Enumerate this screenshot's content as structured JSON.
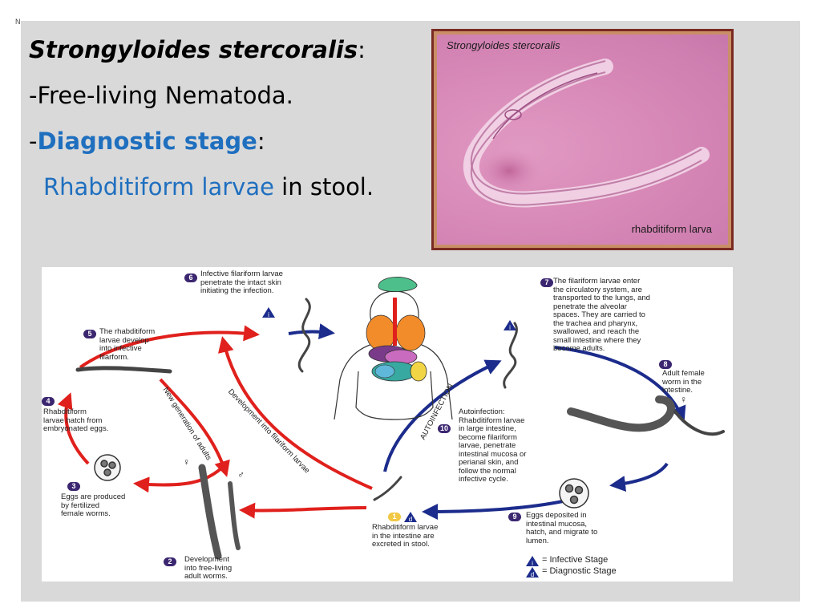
{
  "corner_mark": "N",
  "slide": {
    "title": "Strongyloides stercoralis",
    "title_suffix": ":",
    "line2": "-Free-living Nematoda.",
    "line3_prefix": "-",
    "line3_highlight": "Diagnostic stage",
    "line3_suffix": ":",
    "line4_highlight": "Rhabditiform larvae",
    "line4_suffix": " in stool."
  },
  "photo": {
    "title": "Strongyloides stercoralis",
    "caption": "rhabditiform larva"
  },
  "cycle": {
    "steps": {
      "s1": {
        "num": "1",
        "tag": "d",
        "text": "Rhabditiform larvae\nin the intestine are\nexcreted in stool."
      },
      "s2": {
        "num": "2",
        "text": "Development\ninto free-living\nadult worms."
      },
      "s3": {
        "num": "3",
        "text": "Eggs are produced\nby fertilized\nfemale worms."
      },
      "s4": {
        "num": "4",
        "text": "Rhabditiform\nlarvae hatch from\nembryonated eggs."
      },
      "s5": {
        "num": "5",
        "text": "The rhabditiform\nlarvae develop\ninto infective\nfilarform."
      },
      "s6": {
        "num": "6",
        "text": "Infective filariform larvae\npenetrate the intact skin\ninitiating the infection."
      },
      "s7": {
        "num": "7",
        "text": "The filariform larvae enter\nthe circulatory system, are\ntransported to the lungs, and\npenetrate the alveolar\nspaces.  They are carried to\nthe trachea and pharynx,\nswallowed, and reach the\nsmall intestine where they\nbecome adults."
      },
      "s8": {
        "num": "8",
        "text": "Adult female\nworm in the\nintestine."
      },
      "s9": {
        "num": "9",
        "text": "Eggs deposited in\nintestinal mucosa,\nhatch, and migrate to\nlumen."
      },
      "s10": {
        "num": "10",
        "text": "Autoinfection:\nRhabditiform larvae\nin large intestine,\nbecome filariform\nlarvae, penetrate\nintestinal mucosa or\nperianal skin, and\nfollow the normal\ninfective cycle."
      }
    },
    "arrow_labels": {
      "new_generation": "New generation of adults",
      "development": "Development into filariform larvae",
      "autoinfection": "AUTOINFECTION"
    },
    "symbols": {
      "female": "♀",
      "male": "♂",
      "infective_tag": "i",
      "diagnostic_tag": "d"
    },
    "legend": {
      "infective": "= Infective Stage",
      "diagnostic": "= Diagnostic Stage"
    },
    "colors": {
      "red_arrow": "#e0201c",
      "blue_arrow": "#1c2c8c",
      "step_badge": "#3b2670",
      "accent_text": "#1f6fbf"
    }
  }
}
